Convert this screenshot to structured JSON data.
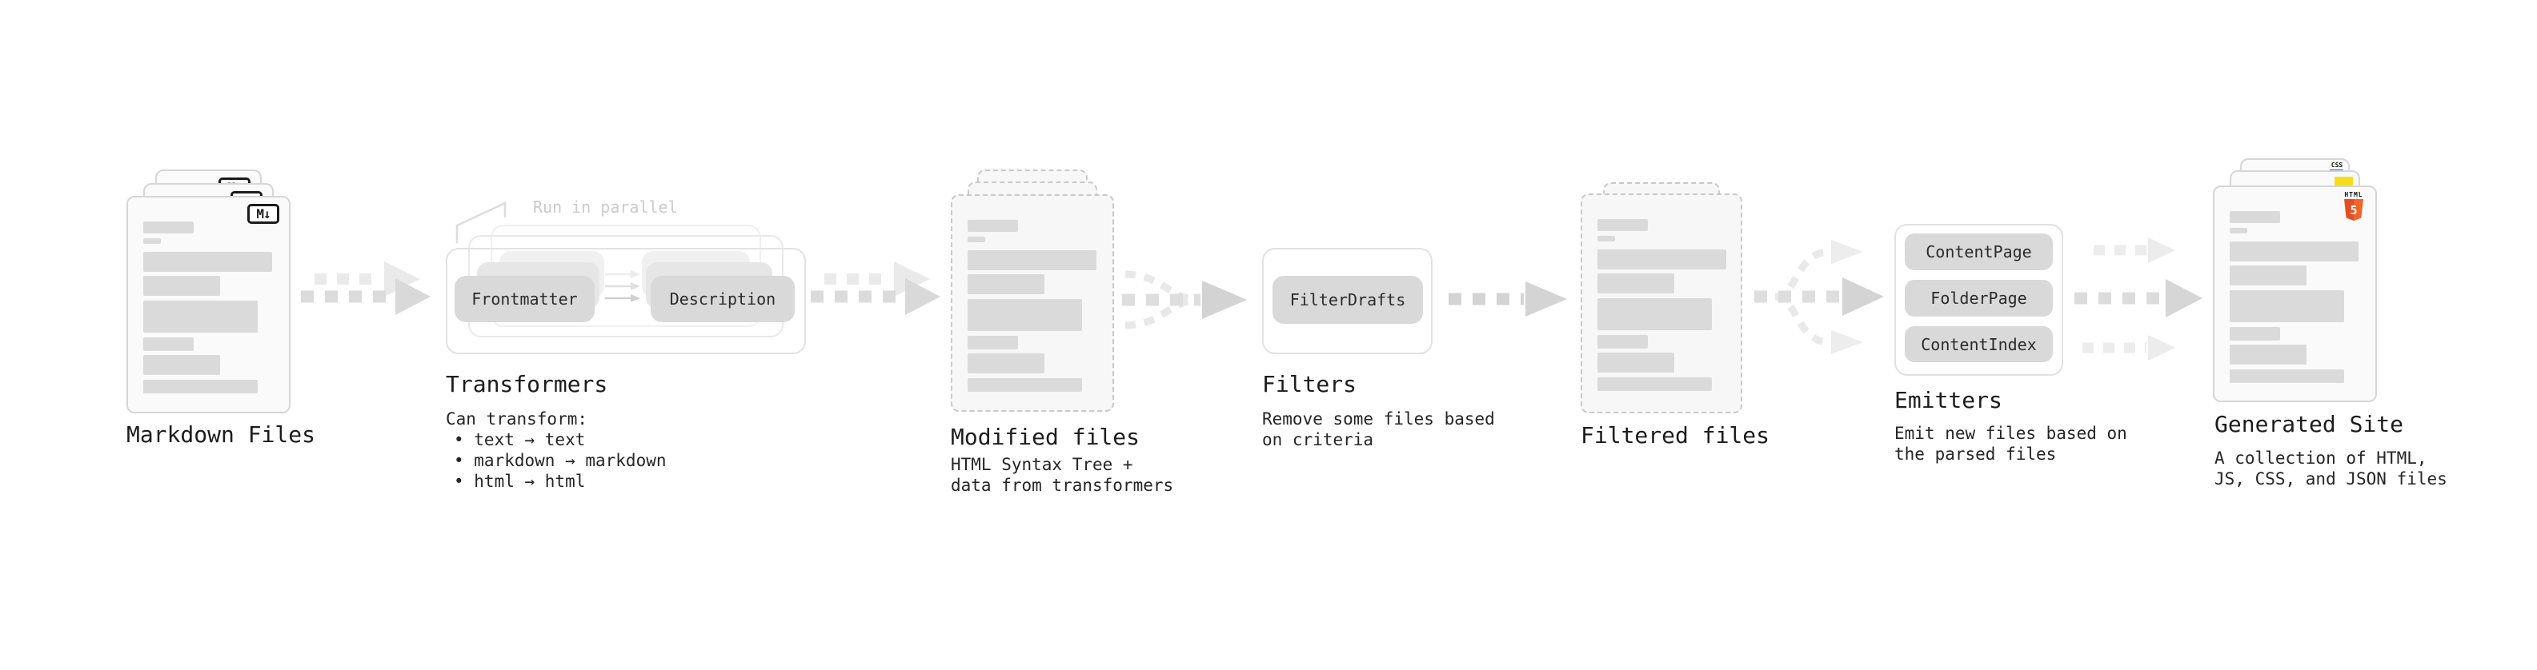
{
  "stages": {
    "markdown": {
      "label": "Markdown Files",
      "icon_label": "M↓"
    },
    "transformers": {
      "note": "Run in parallel",
      "pill_left": "Frontmatter",
      "pill_right": "Description",
      "title": "Transformers",
      "sub": "Can transform:",
      "bullets": [
        "• text → text",
        "• markdown → markdown",
        "• html → html"
      ]
    },
    "modified": {
      "label": "Modified files",
      "sub_lines": [
        "HTML Syntax Tree +",
        "data from transformers"
      ]
    },
    "filters": {
      "pill": "FilterDrafts",
      "title": "Filters",
      "sub_lines": [
        "Remove some files based",
        "on criteria"
      ]
    },
    "filtered": {
      "label": "Filtered files"
    },
    "emitters": {
      "pills": [
        "ContentPage",
        "FolderPage",
        "ContentIndex"
      ],
      "title": "Emitters",
      "sub_lines": [
        "Emit new files based on",
        "the parsed files"
      ]
    },
    "generated": {
      "label": "Generated Site",
      "sub_lines": [
        "A collection of HTML,",
        "JS, CSS, and JSON files"
      ],
      "html5_word": "HTML",
      "html5_number": "5",
      "css_word": "CSS"
    }
  },
  "colors": {
    "arrow_dark": "#dbdbdb",
    "arrow_light": "#eaeaea",
    "pill_bg": "#d9d9d9",
    "bar_fill": "#dadada",
    "html5_orange": "#e44d26",
    "js_yellow": "#f5de19",
    "css_blue": "#2962ff"
  },
  "doc_bars": [
    {
      "t": 30,
      "w": 63,
      "h": 15
    },
    {
      "t": 51,
      "w": 22,
      "h": 7
    },
    {
      "t": 68,
      "w": 161,
      "h": 25
    },
    {
      "t": 98,
      "w": 96,
      "h": 25
    },
    {
      "t": 129,
      "w": 143,
      "h": 40
    },
    {
      "t": 175,
      "w": 63,
      "h": 17
    },
    {
      "t": 197,
      "w": 96,
      "h": 25
    },
    {
      "t": 228,
      "w": 143,
      "h": 17
    }
  ]
}
